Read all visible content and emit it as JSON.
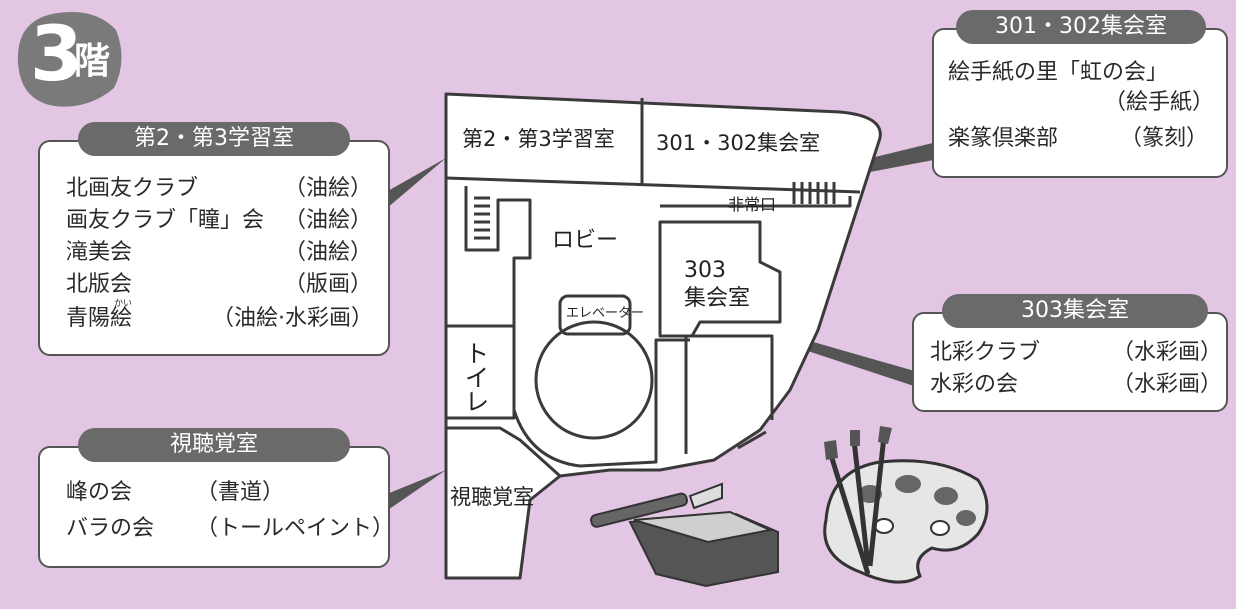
{
  "floor": {
    "number": "3",
    "suffix": "階"
  },
  "cards": {
    "study_rooms": {
      "title": "第2・第3学習室",
      "rows": [
        {
          "name": "北画友クラブ",
          "type": "（油絵）"
        },
        {
          "name": "画友クラブ「瞳」会",
          "type": "（油絵）"
        },
        {
          "name": "滝美会",
          "type": "（油絵）"
        },
        {
          "name": "北版会",
          "type": "（版画）"
        },
        {
          "name": "青陽絵",
          "type": "（油絵·水彩画）"
        }
      ],
      "ruby": "かい"
    },
    "av_room": {
      "title": "視聴覚室",
      "rows": [
        {
          "name": "峰の会",
          "type": "（書道）"
        },
        {
          "name": "バラの会",
          "type": "（トールペイント）"
        }
      ]
    },
    "meeting_301_302": {
      "title": "301・302集会室",
      "line1": "絵手紙の里「虹の会」",
      "line1_type": "（絵手紙）",
      "line2_name": "楽篆倶楽部",
      "line2_type": "（篆刻）"
    },
    "meeting_303": {
      "title": "303集会室",
      "rows": [
        {
          "name": "北彩クラブ",
          "type": "（水彩画）"
        },
        {
          "name": "水彩の会",
          "type": "（水彩画）"
        }
      ]
    }
  },
  "map": {
    "study_rooms": "第2・第3学習室",
    "meeting_301_302": "301・302集会室",
    "emergency_exit": "非常口",
    "lobby": "ロビー",
    "room_303_num": "303",
    "room_303_name": "集会室",
    "elevator": "エレベーター",
    "toilet_1": "ト",
    "toilet_2": "イ",
    "toilet_3": "レ",
    "av_room": "視聴覚室"
  },
  "colors": {
    "background": "#e3c6e3",
    "header": "#6a6a6a",
    "badge": "#7a7a7a"
  }
}
